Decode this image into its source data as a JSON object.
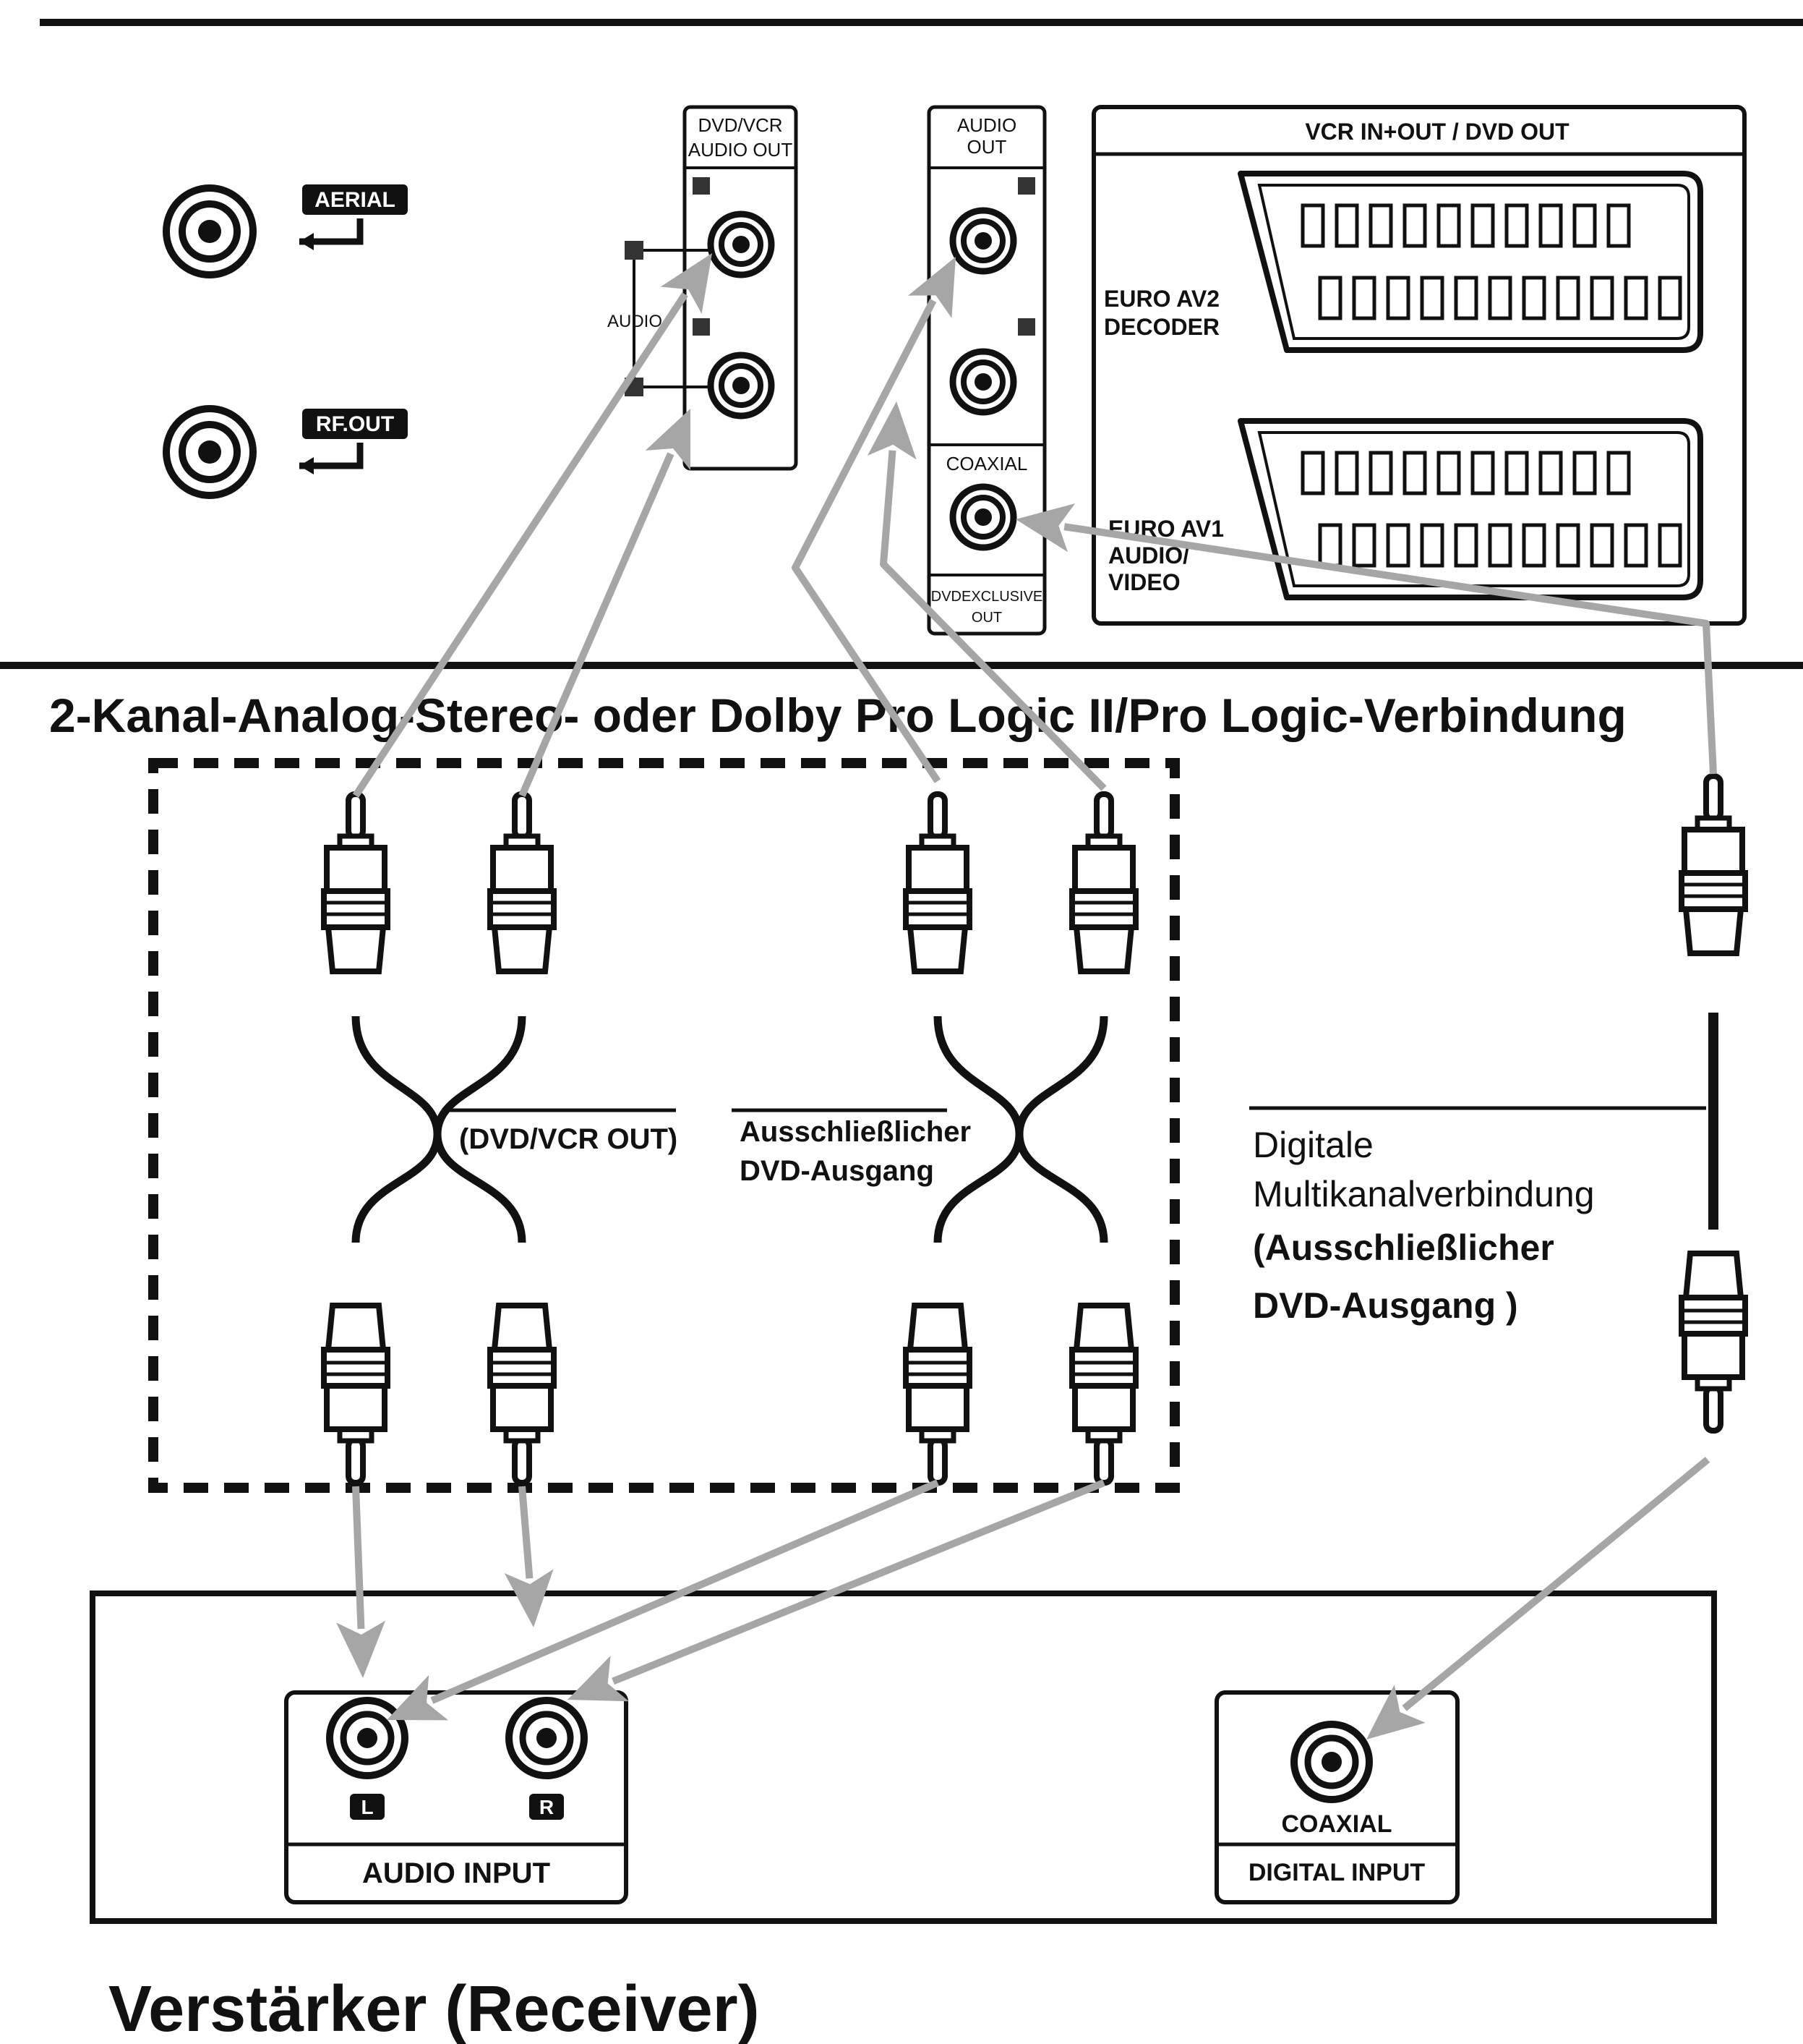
{
  "player": {
    "aerial": "AERIAL",
    "rf_out": "RF.OUT",
    "dvdvcr_audio_out": [
      "DVD/VCR",
      "AUDIO OUT"
    ],
    "audio_side": "AUDIO",
    "audio_out": [
      "AUDIO",
      "OUT"
    ],
    "coaxial": "COAXIAL",
    "dvd_exclusive_out": [
      "DVDEXCLUSIVE",
      "OUT"
    ],
    "scart_header": "VCR IN+OUT / DVD OUT",
    "euro_av2": [
      "EURO AV2",
      "DECODER"
    ],
    "euro_av1": [
      "EURO AV1",
      "AUDIO/",
      "VIDEO"
    ]
  },
  "section_title": "2-Kanal-Analog-Stereo- oder Dolby Pro Logic II/Pro Logic-Verbindung",
  "cables": {
    "dvdvcr_out": "(DVD/VCR OUT)",
    "exclusive": [
      "Ausschließlicher",
      "DVD-Ausgang"
    ],
    "digital": [
      "Digitale",
      "Multikanalverbindung",
      "(Ausschließlicher",
      "DVD-Ausgang )"
    ]
  },
  "receiver": {
    "left": "L",
    "right": "R",
    "audio_input": "AUDIO INPUT",
    "coaxial": "COAXIAL",
    "digital_input": "DIGITAL INPUT",
    "title": "Verstärker (Receiver)"
  },
  "colors": {
    "ink": "#111111",
    "arrow": "#a6a6a6"
  }
}
